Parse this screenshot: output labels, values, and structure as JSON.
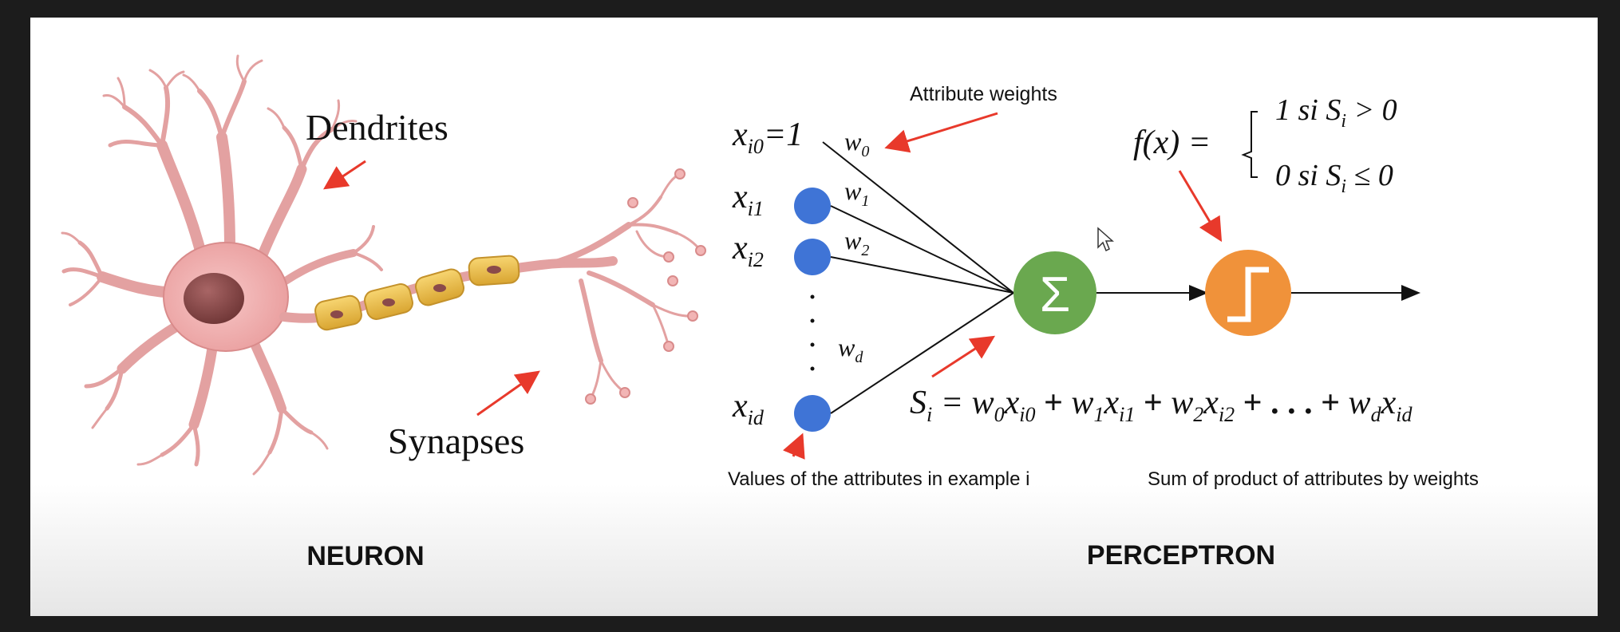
{
  "neuron": {
    "dendrites_label": "Dendrites",
    "synapses_label": "Synapses",
    "caption": "NEURON"
  },
  "perceptron": {
    "caption": "PERCEPTRON",
    "attribute_weights_label": "Attribute weights",
    "values_label": "Values of the attributes in example i",
    "sum_label": "Sum of product of attributes by weights",
    "inputs": [
      {
        "var": "x",
        "sub": "i0",
        "suffix": "=1",
        "weight": "w",
        "wsub": "0"
      },
      {
        "var": "x",
        "sub": "i1",
        "suffix": "",
        "weight": "w",
        "wsub": "1"
      },
      {
        "var": "x",
        "sub": "i2",
        "suffix": "",
        "weight": "w",
        "wsub": "2"
      },
      {
        "var": "x",
        "sub": "id",
        "suffix": "",
        "weight": "w",
        "wsub": "d"
      }
    ],
    "sum_symbol": "Σ",
    "activation": {
      "lhs": "f(x) =",
      "case1": "1 si S",
      "case1_sub": "i",
      "case1_rel": " > 0",
      "case2": "0 si S",
      "case2_sub": "i",
      "case2_rel": " ≤ 0"
    },
    "formula": {
      "lhs": "S",
      "lhs_sub": "i",
      "equals": " = ",
      "terms": [
        {
          "w": "w",
          "wsub": "0",
          "x": "x",
          "xsub": "i0",
          "op": " + "
        },
        {
          "w": "w",
          "wsub": "1",
          "x": "x",
          "xsub": "i1",
          "op": " + "
        },
        {
          "w": "w",
          "wsub": "2",
          "x": "x",
          "xsub": "i2",
          "op": " + . . . + "
        },
        {
          "w": "w",
          "wsub": "d",
          "x": "x",
          "xsub": "id",
          "op": ""
        }
      ]
    }
  },
  "colors": {
    "frame": "#1c1c1c",
    "neuron_body": "#f2b5b5",
    "neuron_outline": "#d98b8b",
    "nucleus": "#8a4a4a",
    "myelin": "#f0c24a",
    "input_node": "#3f74d6",
    "sum_node": "#6aa84f",
    "activation_node": "#f0923a",
    "arrow_red": "#e8392b"
  }
}
